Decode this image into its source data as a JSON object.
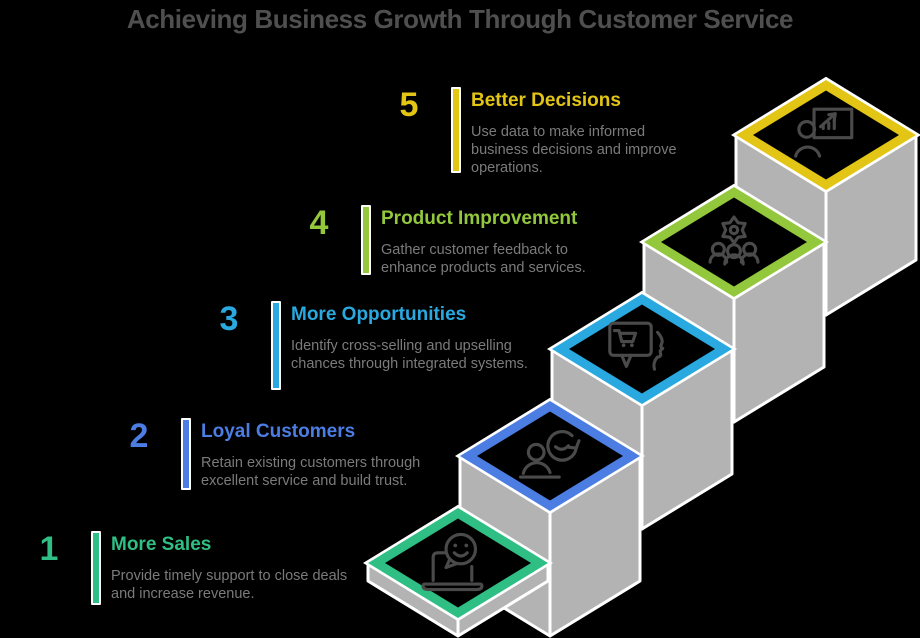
{
  "title": "Achieving Business Growth Through Customer Service",
  "steps": [
    {
      "number": "1",
      "title": "More Sales",
      "description": "Provide timely support to close deals and increase revenue.",
      "color": "#2FBE84",
      "icon": "laptop-support-chat-icon"
    },
    {
      "number": "2",
      "title": "Loyal Customers",
      "description": "Retain existing customers through excellent service and build trust.",
      "color": "#4C7DE2",
      "icon": "customer-retention-icon"
    },
    {
      "number": "3",
      "title": "More Opportunities",
      "description": "Identify cross-selling and upselling chances through integrated systems.",
      "color": "#29A9DF",
      "icon": "cross-sell-conversation-icon"
    },
    {
      "number": "4",
      "title": "Product Improvement",
      "description": "Gather customer feedback to enhance products and services.",
      "color": "#93C83D",
      "icon": "team-gear-icon"
    },
    {
      "number": "5",
      "title": "Better Decisions",
      "description": "Use data to make informed business decisions and improve operations.",
      "color": "#E3C515",
      "icon": "presentation-chart-icon"
    }
  ],
  "colors": {
    "background": "#000000",
    "heading_text": "#4F4F4F",
    "description_text": "#7B7B7B",
    "stair_surface": "#B3B3B3",
    "stair_outline": "#FFFFFF",
    "icon_stroke": "#4A4A4A"
  }
}
